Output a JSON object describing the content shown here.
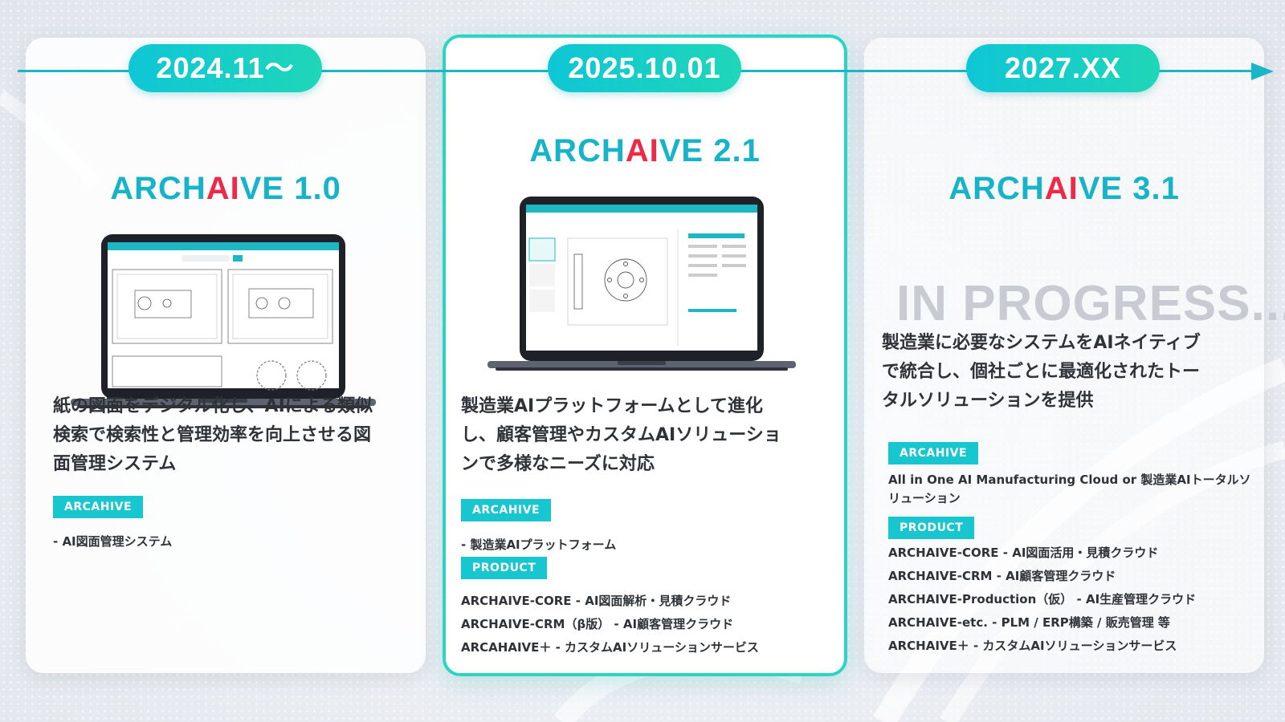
{
  "timeline": {
    "milestones": [
      {
        "date": "2024.11〜",
        "title_pre": "ARCH",
        "title_ai": "AI",
        "title_post": "VE 1.0",
        "description": [
          "紙の図面をデジタル化し、AIによる類似",
          "検索で検索性と管理効率を向上させる図",
          "面管理システム"
        ],
        "arcahive_label": "ARCAHIVE",
        "arcahive_lines": [
          "- AI図面管理システム"
        ]
      },
      {
        "date": "2025.10.01",
        "title_pre": "ARCH",
        "title_ai": "AI",
        "title_post": "VE 2.1",
        "description": [
          "製造業AIプラットフォームとして進化",
          "し、顧客管理やカスタムAIソリューショ",
          "ンで多様なニーズに対応"
        ],
        "arcahive_label": "ARCAHIVE",
        "arcahive_lines": [
          "- 製造業AIプラットフォーム"
        ],
        "product_label": "PRODUCT",
        "product_lines": [
          "ARCHAIVE-CORE - AI図面解析・見積クラウド",
          "ARCHAIVE-CRM（β版） - AI顧客管理クラウド",
          "ARCAHAIVE＋ - カスタムAIソリューションサービス"
        ]
      },
      {
        "date": "2027.XX",
        "title_pre": "ARCH",
        "title_ai": "AI",
        "title_post": "VE 3.1",
        "status": "IN PROGRESS...",
        "description": [
          "製造業に必要なシステムをAIネイティブ",
          "で統合し、個社ごとに最適化されたトー",
          "タルソリューションを提供"
        ],
        "arcahive_label": "ARCAHIVE",
        "arcahive_lines": [
          "All in One AI Manufacturing Cloud or 製造業AIトータルソ",
          "リューション"
        ],
        "product_label": "PRODUCT",
        "product_lines": [
          "ARCHAIVE-CORE - AI図面活用・見積クラウド",
          "ARCHAIVE-CRM - AI顧客管理クラウド",
          "ARCHAIVE-Production（仮） - AI生産管理クラウド",
          "ARCHAIVE-etc. - PLM / ERP構築 / 販売管理 等",
          "ARCHAIVE＋ - カスタムAIソリューションサービス"
        ]
      }
    ]
  },
  "colors": {
    "accent": "#17b3c8",
    "ai_red": "#ee2b46",
    "tag_bg": "#17c6cf",
    "highlight_border": "#2bd5c6"
  }
}
